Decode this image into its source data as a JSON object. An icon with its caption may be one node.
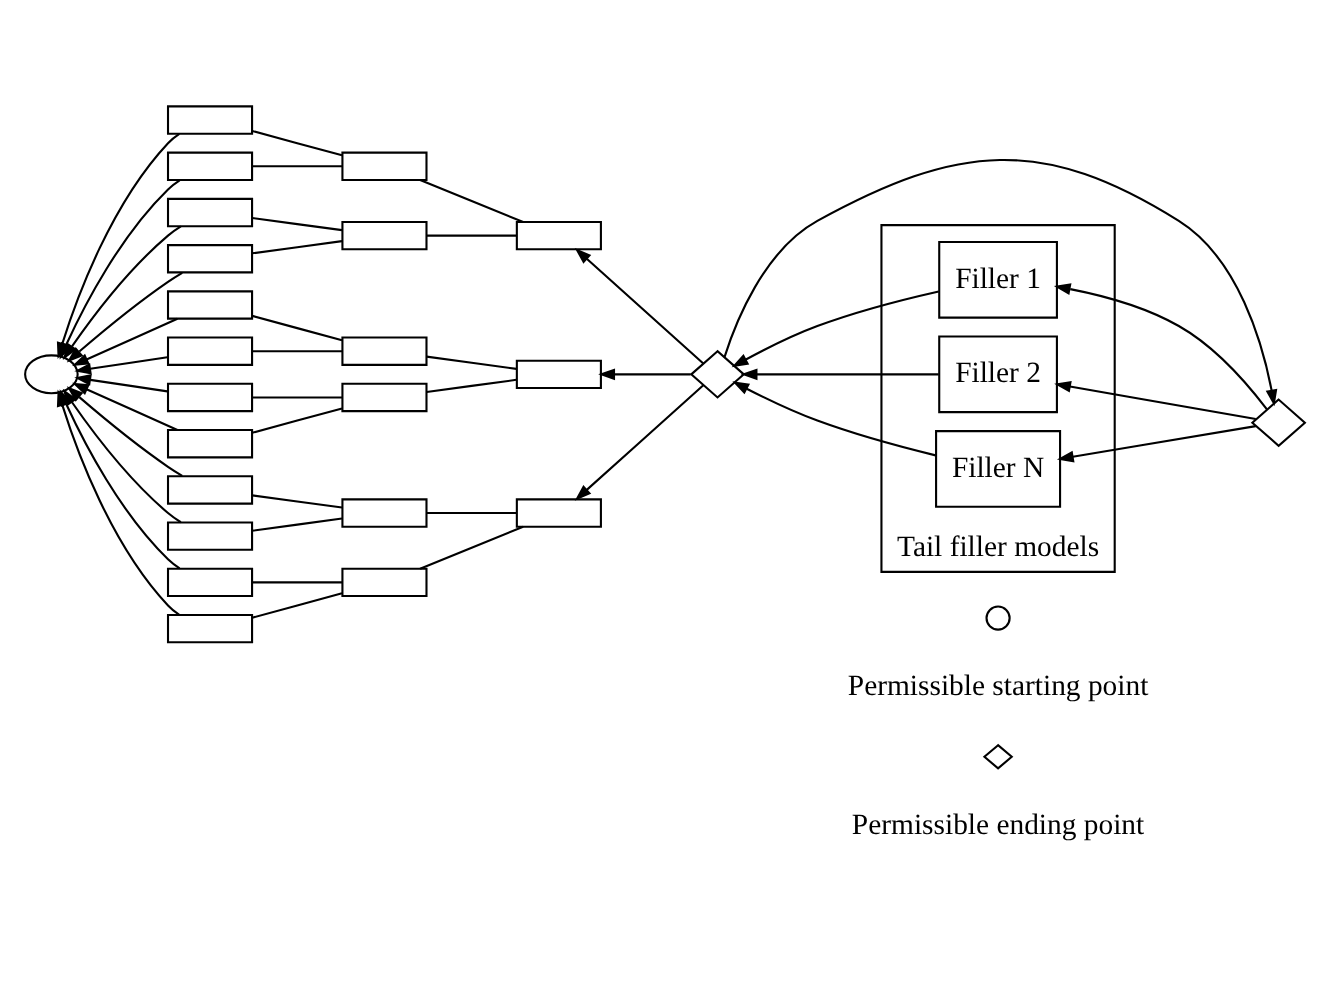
{
  "diagram": {
    "nodes": [
      {
        "text": [],
        "shape": "circle"
      },
      {
        "text": [],
        "shape": "box"
      },
      {
        "text": [],
        "shape": "box"
      },
      {
        "text": [],
        "shape": "box"
      },
      {
        "text": [],
        "shape": "box"
      },
      {
        "text": [],
        "shape": "box"
      },
      {
        "text": [],
        "shape": "box"
      },
      {
        "text": [],
        "shape": "box"
      },
      {
        "text": [],
        "shape": "box"
      },
      {
        "text": [],
        "shape": "box"
      },
      {
        "text": [],
        "shape": "box"
      },
      {
        "text": [],
        "shape": "box"
      },
      {
        "text": [],
        "shape": "box"
      },
      {
        "text": [],
        "shape": "box"
      },
      {
        "text": [],
        "shape": "box"
      },
      {
        "text": [],
        "shape": "box"
      },
      {
        "text": [],
        "shape": "box"
      },
      {
        "text": [],
        "shape": "box"
      },
      {
        "text": [],
        "shape": "box"
      },
      {
        "text": [],
        "shape": "box"
      },
      {
        "text": [],
        "shape": "box"
      },
      {
        "text": [],
        "shape": "box"
      },
      {
        "text": [],
        "shape": "diamond"
      },
      {
        "text": [
          "Tail filler models"
        ]
      },
      {
        "text": [
          "Filler 1"
        ],
        "in": 23
      },
      {
        "text": [
          "Filler 2"
        ],
        "in": 23
      },
      {
        "text": [
          "Filler N"
        ],
        "in": 23
      },
      {
        "text": [],
        "shape": "diamond"
      }
    ],
    "edges": [
      {
        "from": 1,
        "to": 0,
        "arrow": "to"
      },
      {
        "from": 2,
        "to": 0,
        "arrow": "to"
      },
      {
        "from": 3,
        "to": 0,
        "arrow": "to"
      },
      {
        "from": 4,
        "to": 0,
        "arrow": "to"
      },
      {
        "from": 5,
        "to": 0,
        "arrow": "to"
      },
      {
        "from": 6,
        "to": 0,
        "arrow": "to"
      },
      {
        "from": 7,
        "to": 0,
        "arrow": "to"
      },
      {
        "from": 8,
        "to": 0,
        "arrow": "to"
      },
      {
        "from": 9,
        "to": 0,
        "arrow": "to"
      },
      {
        "from": 10,
        "to": 0,
        "arrow": "to"
      },
      {
        "from": 11,
        "to": 0,
        "arrow": "to"
      },
      {
        "from": 12,
        "to": 0,
        "arrow": "to"
      },
      {
        "from": 13,
        "to": 1,
        "arrow": "none"
      },
      {
        "from": 13,
        "to": 2,
        "arrow": "none"
      },
      {
        "from": 14,
        "to": 3,
        "arrow": "none"
      },
      {
        "from": 14,
        "to": 4,
        "arrow": "none"
      },
      {
        "from": 15,
        "to": 5,
        "arrow": "none"
      },
      {
        "from": 15,
        "to": 6,
        "arrow": "none"
      },
      {
        "from": 16,
        "to": 7,
        "arrow": "none"
      },
      {
        "from": 16,
        "to": 8,
        "arrow": "none"
      },
      {
        "from": 17,
        "to": 9,
        "arrow": "none"
      },
      {
        "from": 17,
        "to": 10,
        "arrow": "none"
      },
      {
        "from": 18,
        "to": 11,
        "arrow": "none"
      },
      {
        "from": 18,
        "to": 12,
        "arrow": "none"
      },
      {
        "from": 19,
        "to": 13,
        "arrow": "none"
      },
      {
        "from": 19,
        "to": 14,
        "arrow": "none"
      },
      {
        "from": 20,
        "to": 15,
        "arrow": "none"
      },
      {
        "from": 20,
        "to": 16,
        "arrow": "none"
      },
      {
        "from": 21,
        "to": 17,
        "arrow": "none"
      },
      {
        "from": 21,
        "to": 18,
        "arrow": "none"
      },
      {
        "from": 22,
        "to": 19,
        "arrow": "to"
      },
      {
        "from": 22,
        "to": 20,
        "arrow": "to"
      },
      {
        "from": 22,
        "to": 21,
        "arrow": "to"
      },
      {
        "from": 24,
        "to": 22,
        "arrow": "to"
      },
      {
        "from": 25,
        "to": 22,
        "arrow": "to"
      },
      {
        "from": 26,
        "to": 22,
        "arrow": "to"
      },
      {
        "from": 27,
        "to": 24,
        "arrow": "to"
      },
      {
        "from": 27,
        "to": 25,
        "arrow": "to"
      },
      {
        "from": 27,
        "to": 26,
        "arrow": "to"
      },
      {
        "from": 22,
        "to": 27,
        "arrow": "to"
      }
    ],
    "legend": [
      {
        "text": "Permissible starting point"
      },
      {
        "text": "Permissible ending point"
      }
    ]
  }
}
